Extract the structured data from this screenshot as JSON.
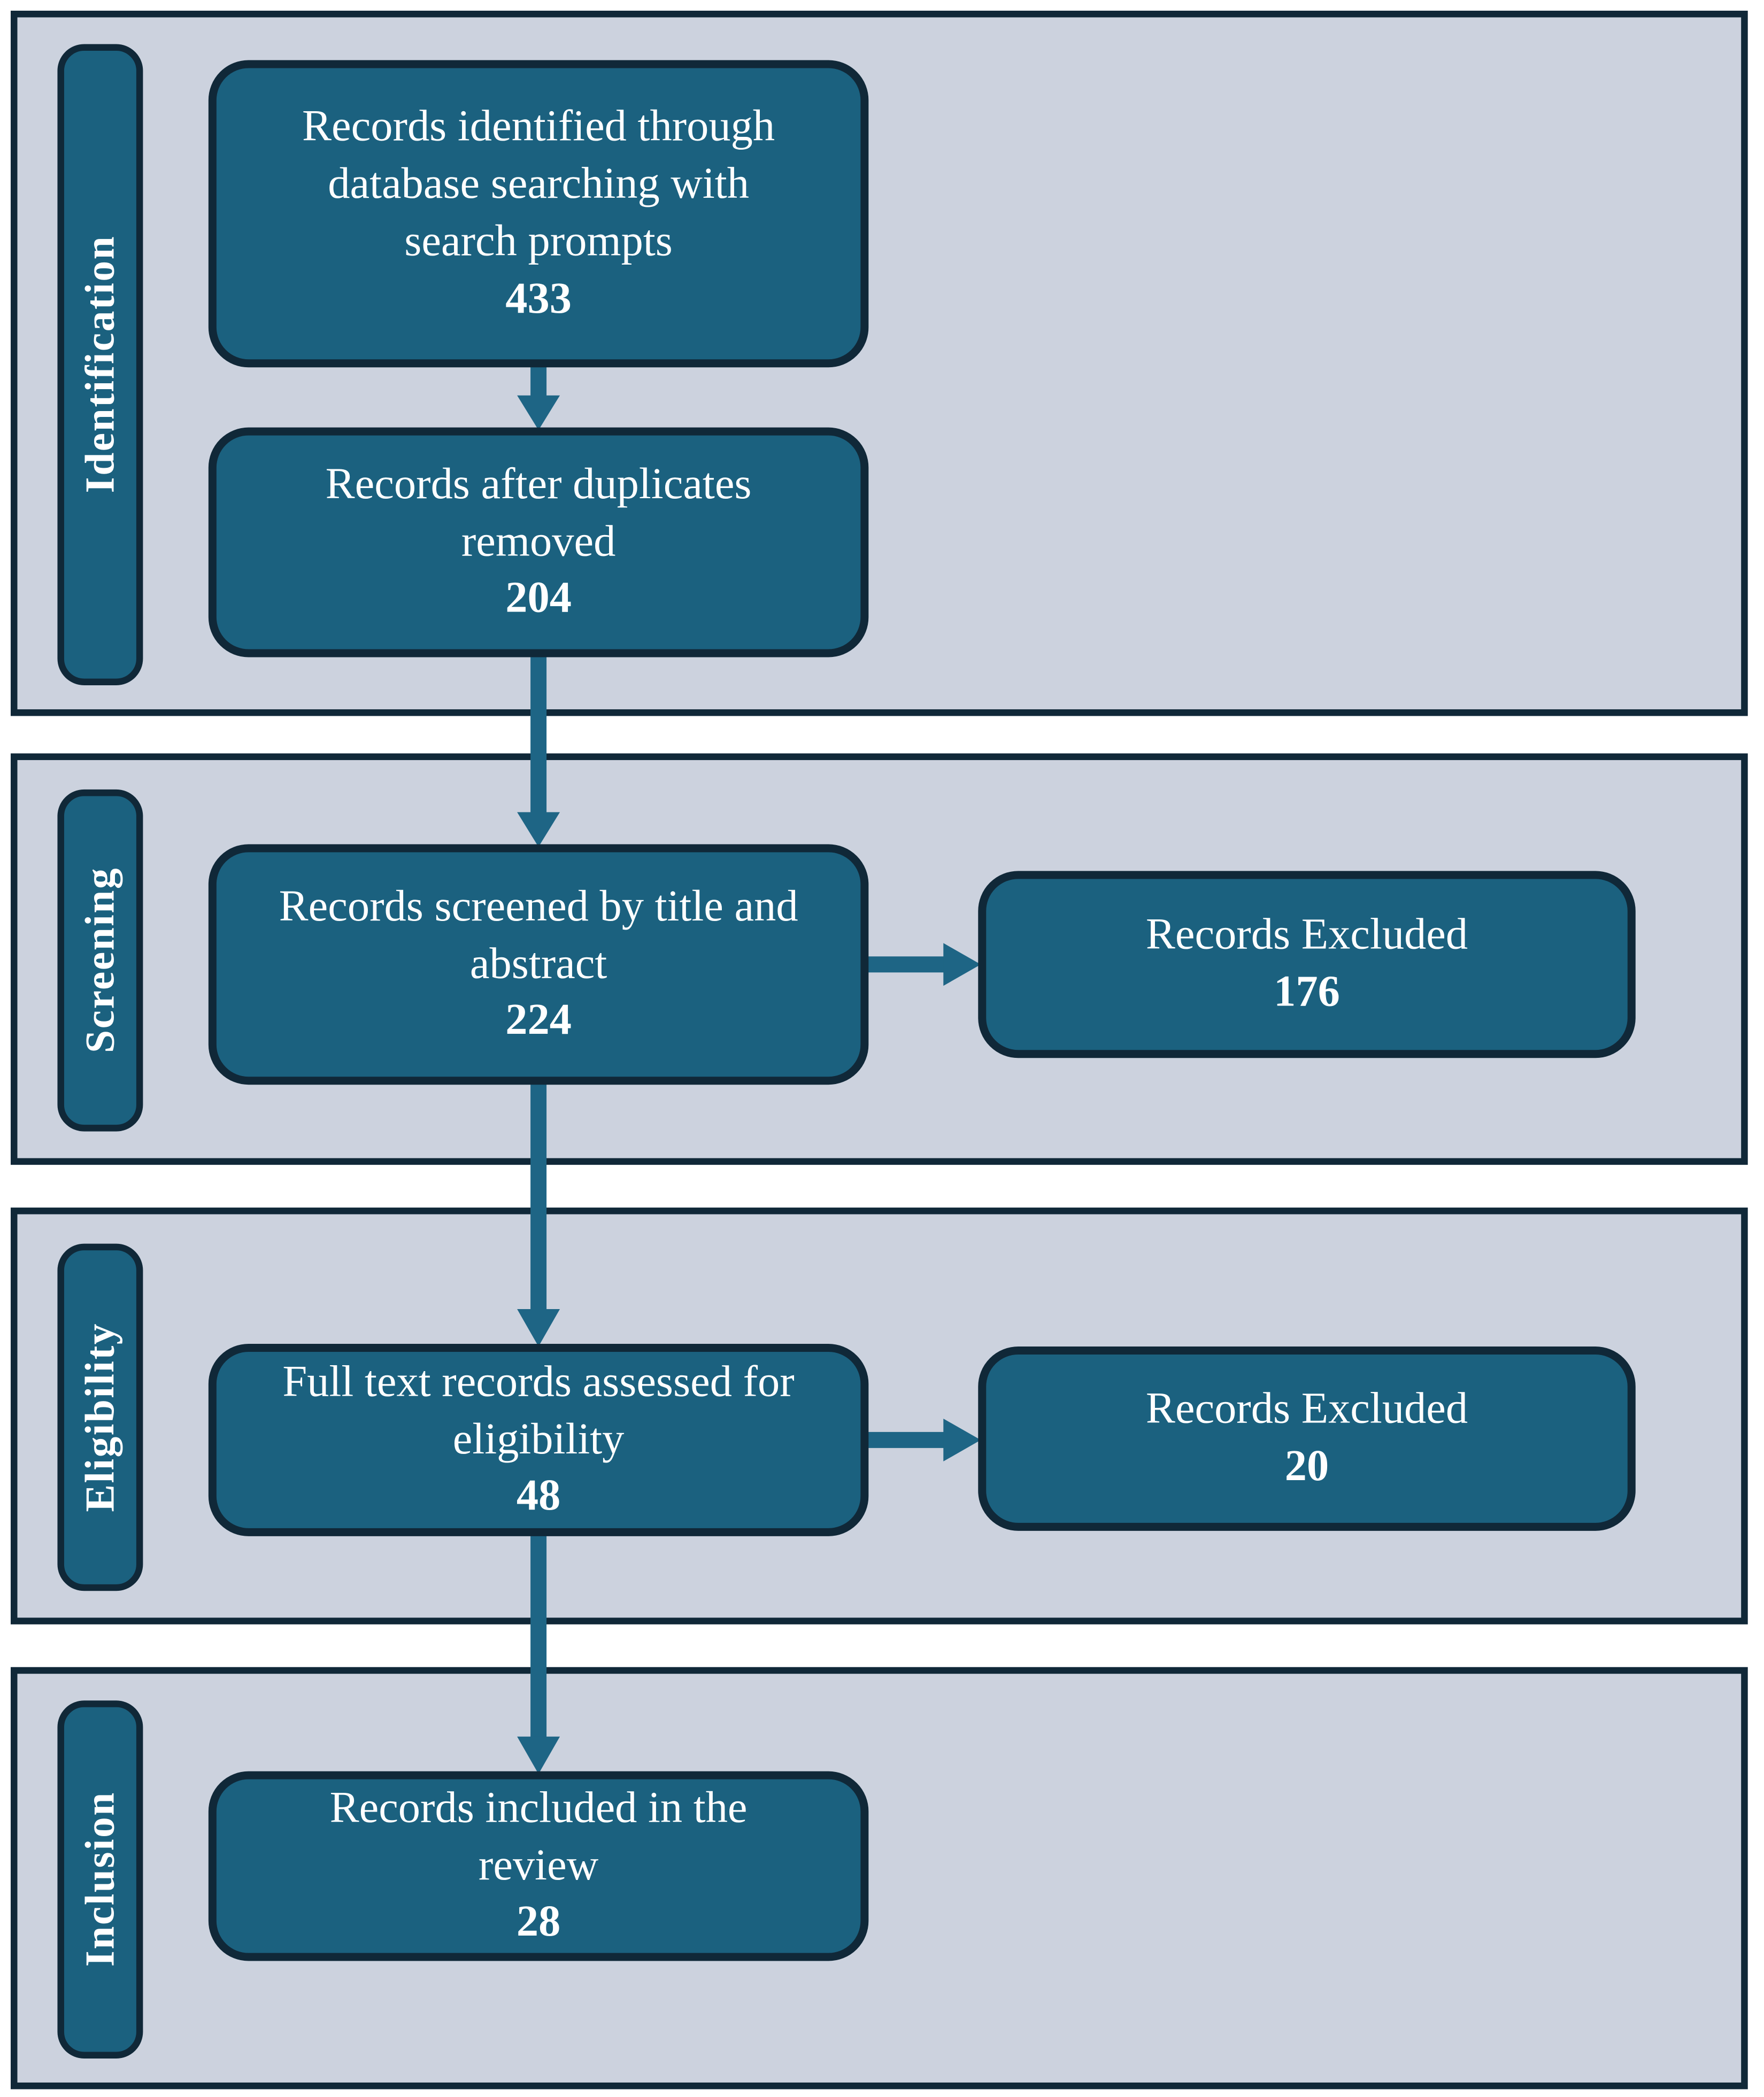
{
  "diagram": {
    "bands": [
      {
        "label": "Identification"
      },
      {
        "label": "Screening"
      },
      {
        "label": "Eligibility"
      },
      {
        "label": "Inclusion"
      }
    ],
    "boxes": {
      "identified": {
        "lines": [
          "Records identified through",
          "database searching with",
          "search prompts"
        ],
        "count": "433"
      },
      "deduplicated": {
        "lines": [
          "Records after duplicates",
          "removed"
        ],
        "count": "204"
      },
      "screened": {
        "lines": [
          "Records screened by title and",
          "abstract"
        ],
        "count": "224"
      },
      "screened_excluded": {
        "lines": [
          "Records Excluded"
        ],
        "count": "176"
      },
      "fulltext": {
        "lines": [
          "Full text records assessed for",
          "eligibility"
        ],
        "count": "48"
      },
      "fulltext_excluded": {
        "lines": [
          "Records Excluded"
        ],
        "count": "20"
      },
      "included": {
        "lines": [
          "Records included in the",
          "review"
        ],
        "count": "28"
      }
    },
    "colors": {
      "node_fill": "#1b617f",
      "node_border": "#102838",
      "band_background": "#ccd2de",
      "band_border": "#102838",
      "arrow": "#1e6585",
      "text": "#ffffff"
    }
  }
}
